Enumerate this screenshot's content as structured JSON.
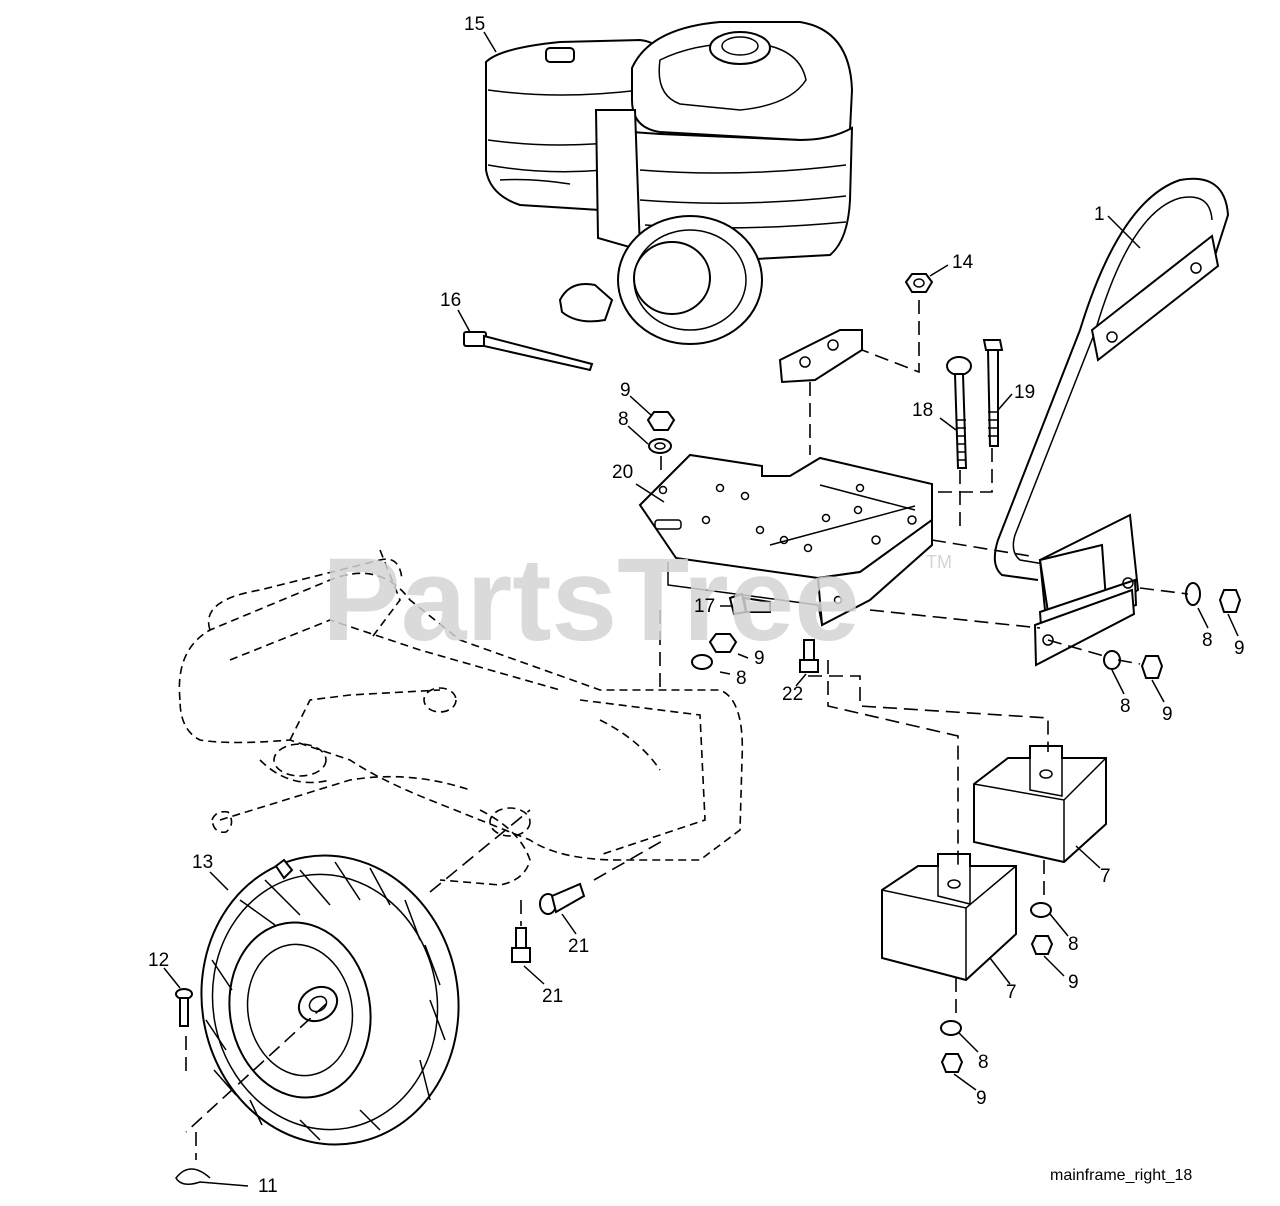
{
  "watermark": {
    "brand": "PartsTree",
    "trademark": "TM"
  },
  "figure_id": "mainframe_right_18",
  "callouts": {
    "c1": "1",
    "c7a": "7",
    "c7b": "7",
    "c8a": "8",
    "c8b": "8",
    "c8c": "8",
    "c8d": "8",
    "c8e": "8",
    "c8f": "8",
    "c9a": "9",
    "c9b": "9",
    "c9c": "9",
    "c9d": "9",
    "c9e": "9",
    "c9f": "9",
    "c11": "11",
    "c12": "12",
    "c13": "13",
    "c14": "14",
    "c15": "15",
    "c16": "16",
    "c17": "17",
    "c18": "18",
    "c19": "19",
    "c20": "20",
    "c21a": "21",
    "c21b": "21",
    "c22": "22"
  }
}
